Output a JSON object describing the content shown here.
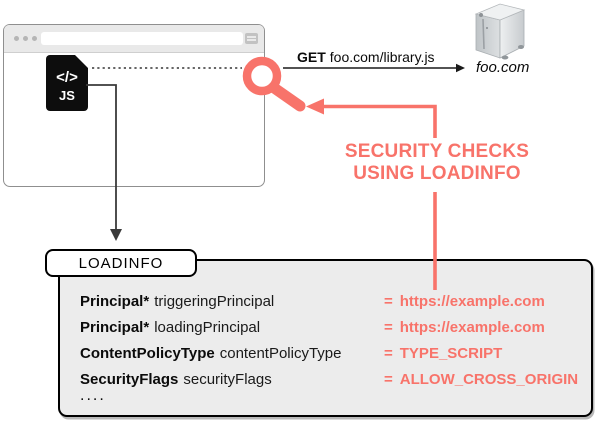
{
  "colors": {
    "accent": "#f8736a",
    "connector": "#3a3a3a",
    "loadinfo_fill": "#ececec",
    "browser_chrome": "#e9e9e9"
  },
  "js_file": {
    "code_glyph": "</>",
    "label": "JS"
  },
  "request": {
    "method": "GET",
    "url": "foo.com/library.js"
  },
  "server": {
    "label": "foo.com"
  },
  "note": {
    "line1": "SECURITY CHECKS",
    "line2": "USING LOADINFO"
  },
  "loadinfo": {
    "title": "LOADINFO",
    "equals": "=",
    "rows": [
      {
        "type": "Principal*",
        "name": "triggeringPrincipal",
        "value": "https://example.com"
      },
      {
        "type": "Principal*",
        "name": "loadingPrincipal",
        "value": "https://example.com"
      },
      {
        "type": "ContentPolicyType",
        "name": "contentPolicyType",
        "value": "TYPE_SCRIPT"
      },
      {
        "type": "SecurityFlags",
        "name": "securityFlags",
        "value": "ALLOW_CROSS_ORIGIN"
      }
    ],
    "more": "...."
  }
}
